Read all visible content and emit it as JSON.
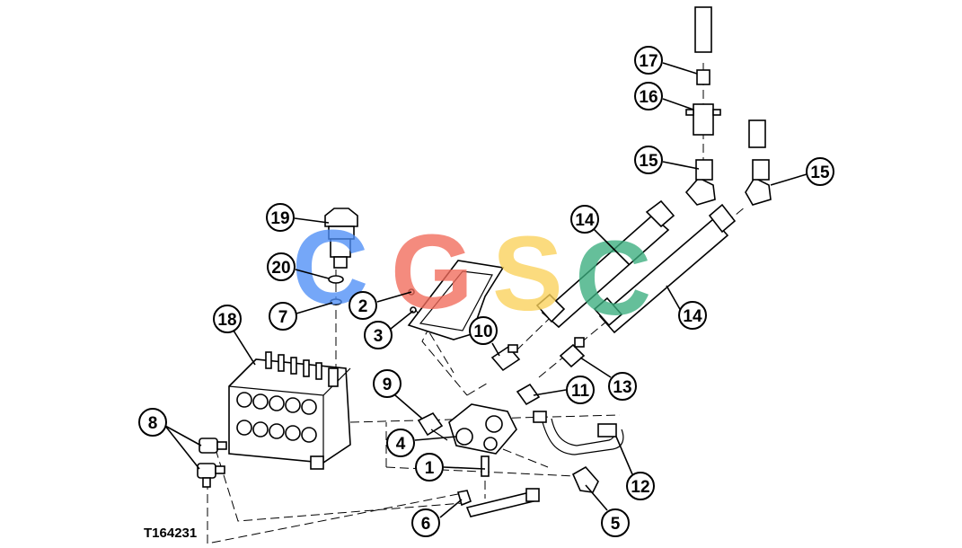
{
  "figure_id": "T164231",
  "callouts": [
    "1",
    "2",
    "3",
    "4",
    "5",
    "6",
    "7",
    "8",
    "9",
    "10",
    "11",
    "12",
    "13",
    "14",
    "15",
    "16",
    "17",
    "18",
    "19",
    "20"
  ],
  "watermark": {
    "letters": [
      "C",
      "G",
      "S",
      "C"
    ],
    "colors": [
      "#4f8ff7",
      "#f26b5b",
      "#fbd25a",
      "#3aae7e"
    ]
  }
}
